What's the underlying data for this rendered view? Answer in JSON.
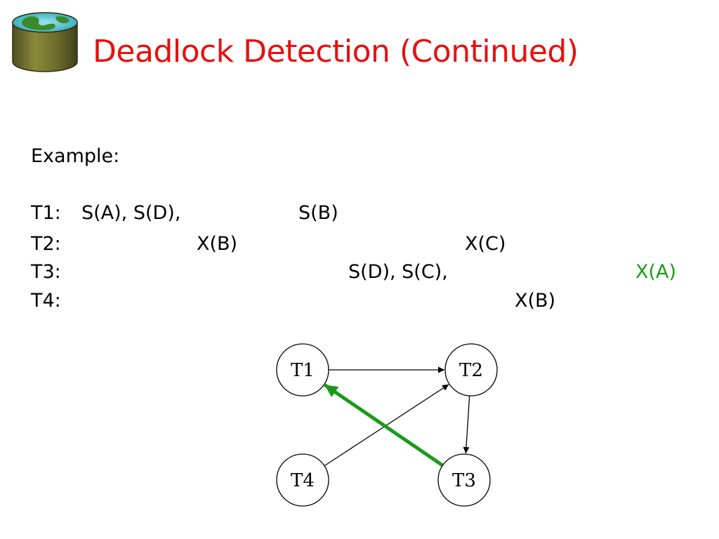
{
  "slide": {
    "title": "Deadlock Detection (Continued)",
    "title_color": "#e8100f",
    "example_label": "Example:"
  },
  "schedule": {
    "rows": [
      {
        "label": "T1:",
        "ops": [
          "S(A), S(D),",
          "S(B)"
        ]
      },
      {
        "label": "T2:",
        "ops": [
          "X(B)",
          "X(C)"
        ]
      },
      {
        "label": "T3:",
        "ops": [
          "S(D), S(C),",
          "X(A)"
        ]
      },
      {
        "label": "T4:",
        "ops": [
          "X(B)"
        ]
      }
    ],
    "highlight_color": "#1a9a1a"
  },
  "waits_for_graph": {
    "nodes": [
      {
        "id": "T1",
        "label": "T1"
      },
      {
        "id": "T2",
        "label": "T2"
      },
      {
        "id": "T3",
        "label": "T3"
      },
      {
        "id": "T4",
        "label": "T4"
      }
    ],
    "edges": [
      {
        "from": "T1",
        "to": "T2",
        "highlight": false
      },
      {
        "from": "T2",
        "to": "T3",
        "highlight": false
      },
      {
        "from": "T4",
        "to": "T2",
        "highlight": false
      },
      {
        "from": "T3",
        "to": "T1",
        "highlight": true
      }
    ],
    "edge_color": "#000000",
    "highlight_color": "#1a9a1a"
  }
}
